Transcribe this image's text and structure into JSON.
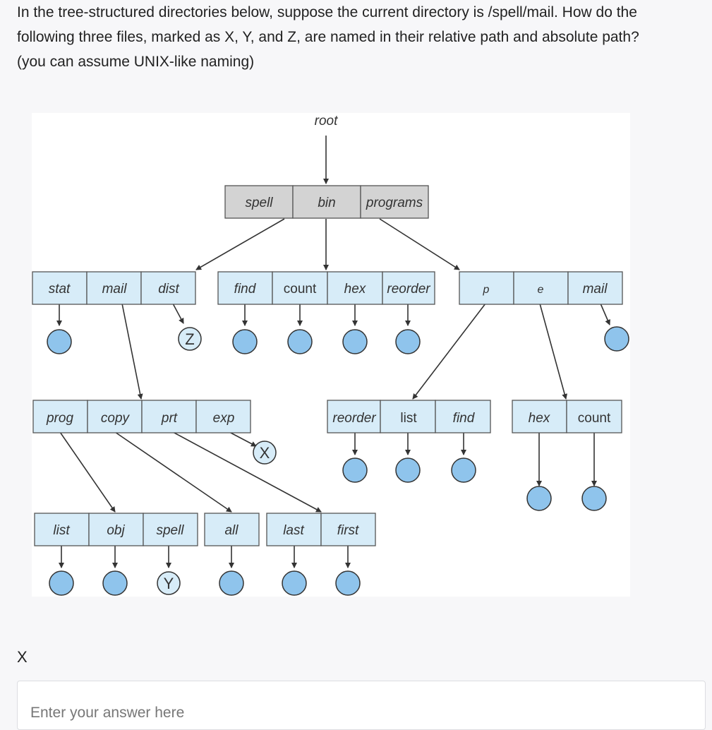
{
  "question": {
    "lines": [
      "In the tree-structured directories below, suppose the current directory is /spell/mail. How do the",
      "following three files, marked as X, Y, and Z, are named in their relative path and absolute path?",
      "(you can assume UNIX-like naming)"
    ]
  },
  "diagram": {
    "root_label": "root",
    "level1": [
      "spell",
      "bin",
      "programs"
    ],
    "level2": {
      "spell_dir": [
        "stat",
        "mail",
        "dist"
      ],
      "bin_dir": [
        "find",
        "count",
        "hex",
        "reorder"
      ],
      "programs_dir": [
        "p",
        "e",
        "mail"
      ]
    },
    "level3": {
      "mail_dir": [
        "prog",
        "copy",
        "prt",
        "exp"
      ],
      "p_dir": [
        "reorder",
        "list",
        "find"
      ],
      "e_dir": [
        "hex",
        "count"
      ]
    },
    "level4": {
      "prog_dir": [
        "list",
        "obj",
        "spell"
      ],
      "copy_dir": [
        "all"
      ],
      "prt_dir": [
        "last",
        "first"
      ]
    },
    "markers": {
      "x": "X",
      "y": "Y",
      "z": "Z"
    },
    "colors": {
      "dir_gray": "#d3d3d3",
      "dir_blue": "#d7ecf8",
      "file_fill": "#8fc4ec",
      "stroke": "#333333"
    }
  },
  "answer": {
    "label": "X",
    "placeholder": "Enter your answer here"
  }
}
